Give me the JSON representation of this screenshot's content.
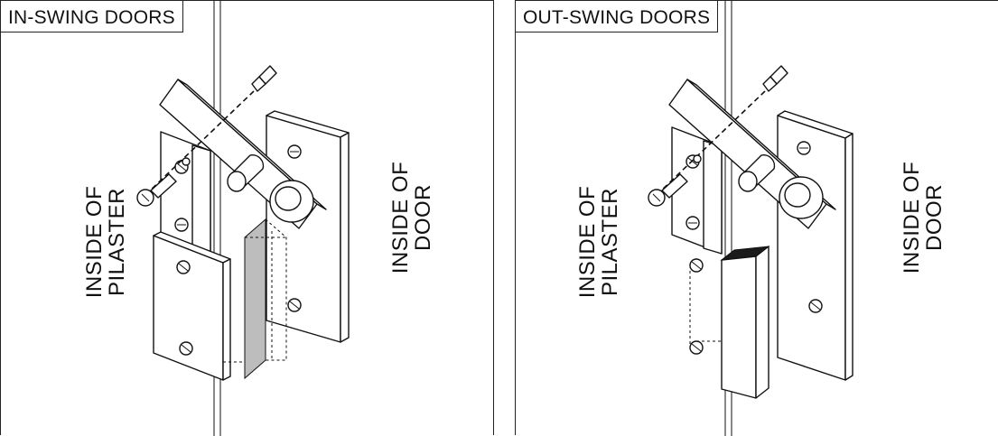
{
  "panels": [
    {
      "title": "IN-SWING DOORS",
      "left_label": [
        "INSIDE OF",
        "PILASTER"
      ],
      "right_label": [
        "INSIDE OF",
        "DOOR"
      ]
    },
    {
      "title": "OUT-SWING DOORS",
      "left_label": [
        "INSIDE OF",
        "PILASTER"
      ],
      "right_label": [
        "INSIDE OF",
        "DOOR"
      ]
    }
  ],
  "colors": {
    "line": "#111111",
    "shaded_part": "#bdbdbd",
    "dark_face": "#1a1a1a"
  }
}
